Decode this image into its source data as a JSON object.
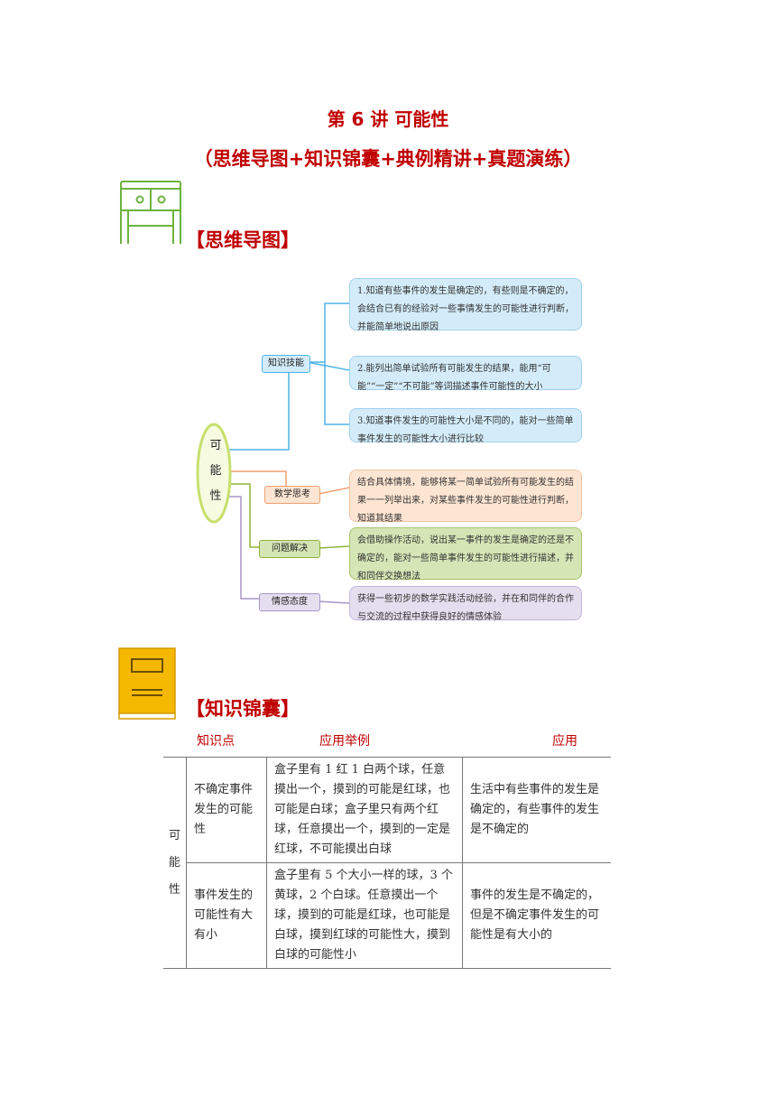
{
  "header": {
    "title": "第 6 讲 可能性",
    "subtitle": "（思维导图+知识锦囊+典例精讲+真题演练）"
  },
  "sections": {
    "mindmap_title": "【思维导图】",
    "knowledge_title": "【知识锦囊】"
  },
  "mindmap": {
    "root": "可能性",
    "branches": [
      {
        "label": "知识技能"
      },
      {
        "label": "数学思考"
      },
      {
        "label": "问题解决"
      },
      {
        "label": "情感态度"
      }
    ],
    "boxes": [
      "1.知道有些事件的发生是确定的，有些则是不确定的，会结合已有的经验对一些事情发生的可能性进行判断，并能简单地说出原因",
      "2.能列出简单试验所有可能发生的结果，能用“可能”“一定”“不可能”等词描述事件可能性的大小",
      "3.知道事件发生的可能性大小是不同的，能对一些简单事件发生的可能性大小进行比较",
      "结合具体情境，能够将某一简单试验所有可能发生的结果一一列举出来，对某些事件发生的可能性进行判断，知道其结果",
      "会借助操作活动，说出某一事件的发生是确定的还是不确定的，能对一些简单事件发生的可能性进行描述，并和同伴交换想法",
      "获得一些初步的数学实践活动经验，并在和同伴的合作与交流的过程中获得良好的情感体验"
    ]
  },
  "table": {
    "headers": [
      "知识点",
      "应用举例",
      "应用"
    ],
    "category": "可能性",
    "rows": [
      {
        "point": "不确定事件发生的可能性",
        "example": "盒子里有 1 红 1 白两个球，任意摸出一个，摸到的可能是红球，也可能是白球；盒子里只有两个红球，任意摸出一个，摸到的一定是红球，不可能摸出白球",
        "application": "生活中有些事件的发生是确定的，有些事件的发生是不确定的"
      },
      {
        "point": "事件发生的可能性有大有小",
        "example": "盒子里有 5 个大小一样的球，3 个黄球，2 个白球。任意摸出一个球，摸到的可能是红球，也可能是白球，摸到红球的可能性大，摸到白球的可能性小",
        "application": "事件的发生是不确定的，但是不确定事件发生的可能性是有大小的"
      }
    ]
  },
  "colors": {
    "accent_red": "#c00000",
    "icon_green": "#6db33f",
    "book_orange": "#f5b800"
  }
}
